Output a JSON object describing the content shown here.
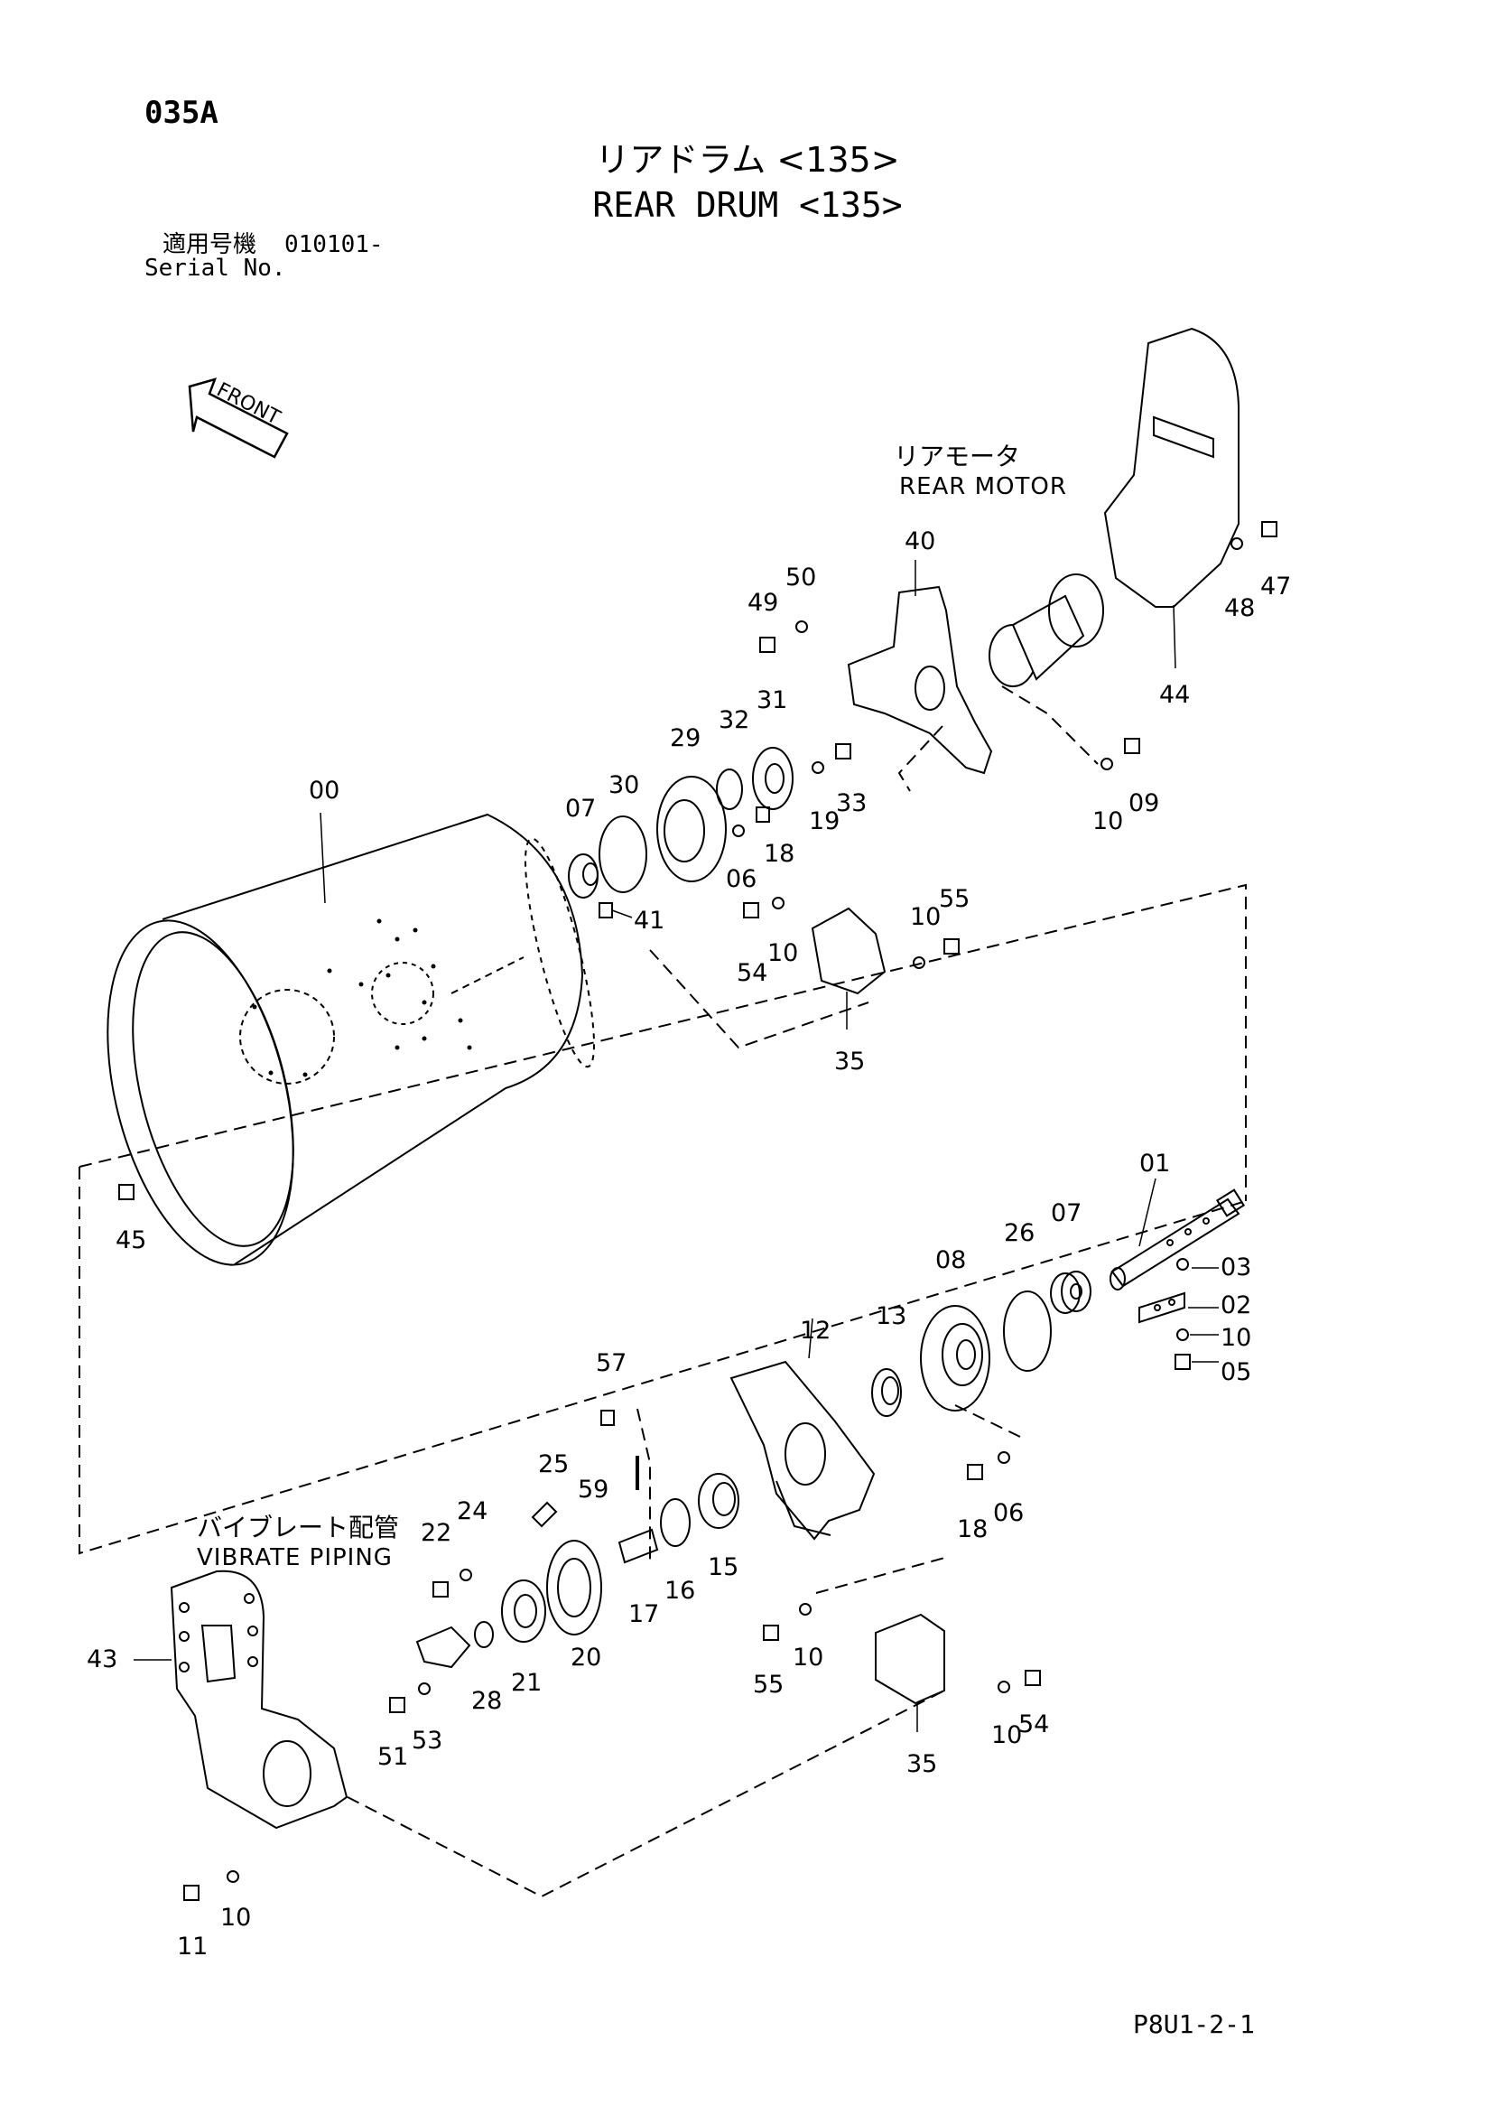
{
  "page_code": "035A",
  "title_jp": "リアドラム <135>",
  "title_en": "REAR DRUM <135>",
  "serial": {
    "label_jp": "適用号機",
    "label_en": "Serial No.",
    "value": "010101-"
  },
  "front_arrow_label": "FRONT",
  "assembly_labels": {
    "rear_motor_jp": "リアモータ",
    "rear_motor_en": "REAR MOTOR",
    "vibrate_piping_jp": "バイブレート配管",
    "vibrate_piping_en": "VIBRATE PIPING"
  },
  "callouts": {
    "c00": "00",
    "c01": "01",
    "c02": "02",
    "c03": "03",
    "c05": "05",
    "c06a": "06",
    "c06b": "06",
    "c07a": "07",
    "c07b": "07",
    "c08": "08",
    "c09": "09",
    "c10a": "10",
    "c10b": "10",
    "c10c": "10",
    "c10d": "10",
    "c10e": "10",
    "c10f": "10",
    "c10g": "10",
    "c11": "11",
    "c12": "12",
    "c13": "13",
    "c15": "15",
    "c16": "16",
    "c17": "17",
    "c18a": "18",
    "c18b": "18",
    "c19": "19",
    "c20": "20",
    "c21": "21",
    "c22": "22",
    "c24": "24",
    "c25": "25",
    "c26": "26",
    "c28": "28",
    "c29": "29",
    "c30": "30",
    "c31": "31",
    "c32": "32",
    "c33": "33",
    "c35a": "35",
    "c35b": "35",
    "c40": "40",
    "c41": "41",
    "c43": "43",
    "c44": "44",
    "c45": "45",
    "c47": "47",
    "c48": "48",
    "c49": "49",
    "c50": "50",
    "c51": "51",
    "c53": "53",
    "c54a": "54",
    "c54b": "54",
    "c55a": "55",
    "c55b": "55",
    "c57": "57",
    "c59": "59"
  },
  "footer_code": "P8U1-2-1"
}
